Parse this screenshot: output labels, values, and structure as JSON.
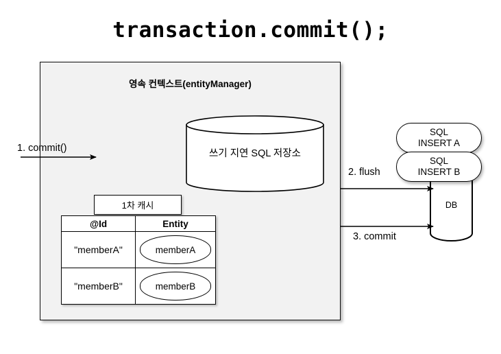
{
  "title": "transaction.commit();",
  "persistence_context": {
    "label": "영속 컨텍스트(entityManager)",
    "write_behind_store": {
      "label": "쓰기 지연 SQL 저장소",
      "shape": "cylinder-icon"
    },
    "first_level_cache": {
      "caption": "1차 캐시",
      "columns": [
        "@Id",
        "Entity"
      ],
      "rows": [
        {
          "id": "\"memberA\"",
          "entity": "memberA"
        },
        {
          "id": "\"memberB\"",
          "entity": "memberB"
        }
      ]
    }
  },
  "database": {
    "label": "DB",
    "shape": "cylinder-icon",
    "sql_statements": [
      {
        "line1": "SQL",
        "line2": "INSERT A"
      },
      {
        "line1": "SQL",
        "line2": "INSERT B"
      }
    ]
  },
  "flows": [
    {
      "label": "1. commit()",
      "direction": "right"
    },
    {
      "label": "2. flush",
      "direction": "right"
    },
    {
      "label": "3. commit",
      "direction": "right"
    }
  ],
  "colors": {
    "context_fill": "#f2f2f2",
    "shape_fill": "#ffffff",
    "stroke": "#000000",
    "page_background": "#ffffff"
  }
}
